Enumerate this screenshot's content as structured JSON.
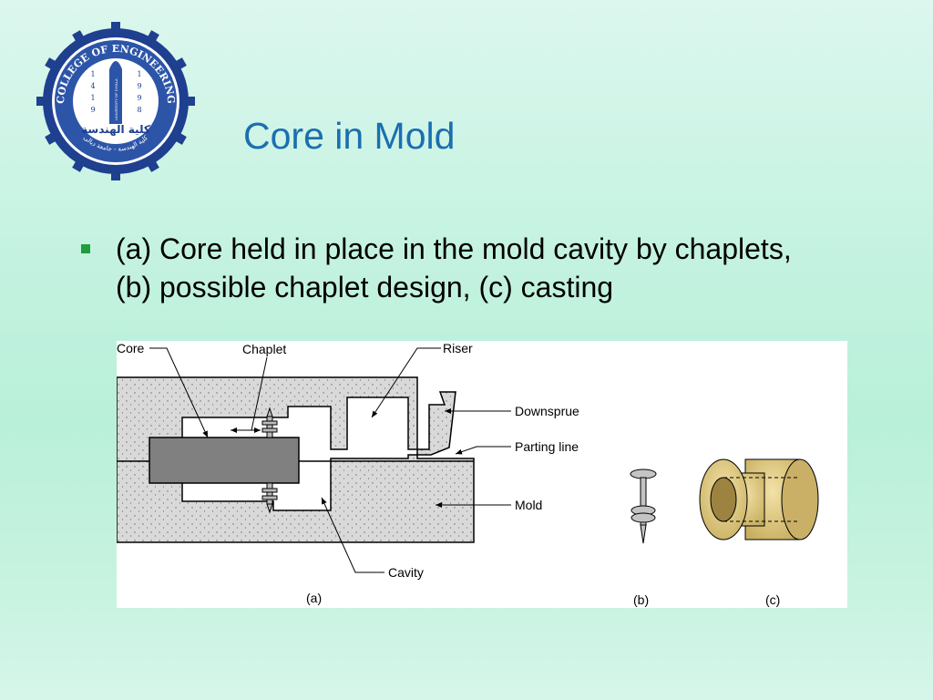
{
  "slide": {
    "title": "Core in Mold",
    "bullet": {
      "line1": "(a) Core held in place in the mold cavity by chaplets,",
      "line2": "(b) possible chaplet design, (c) casting"
    }
  },
  "logo": {
    "ring_text": "COLLEGE OF ENGINEERING",
    "years_left": [
      "1",
      "4",
      "1",
      "9"
    ],
    "years_right": [
      "1",
      "9",
      "9",
      "8"
    ],
    "tower_text": "UNIVERSITY OF DIYALA",
    "arabic_text": "كلية الهندسة",
    "arabic_ring": "كلية الهندسة - جامعة ديالى"
  },
  "figure": {
    "labels": {
      "core": "Core",
      "chaplet": "Chaplet",
      "riser": "Riser",
      "downsprue": "Downsprue",
      "parting_line": "Parting line",
      "mold": "Mold",
      "cavity": "Cavity",
      "a": "(a)",
      "b": "(b)",
      "c": "(c)"
    },
    "colors": {
      "sand": "#d9d9d9",
      "core": "#808080",
      "casting": "#e3cf8e",
      "bullet": "#1e9e3c",
      "title": "#1a6fb0"
    }
  }
}
